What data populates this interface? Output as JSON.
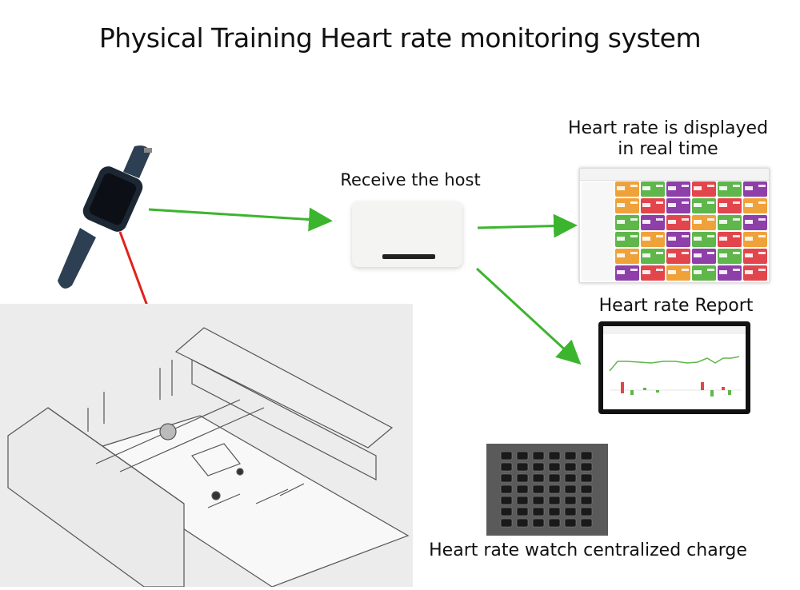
{
  "title": "Physical Training Heart rate monitoring system",
  "labels": {
    "host": "Receive the host",
    "realtime_line1": "Heart rate is displayed",
    "realtime_line2": "in real time",
    "report": "Heart rate Report",
    "charge": "Heart rate watch centralized charge"
  },
  "colors": {
    "arrow_green": "#3cb52e",
    "arrow_red": "#e0231b",
    "tile_orange": "#f0a23a",
    "tile_green": "#5fb64b",
    "tile_purple": "#8e3fa8",
    "tile_red": "#e2464c"
  },
  "dashboard": {
    "tiles": [
      "orange",
      "green",
      "purple",
      "red",
      "green",
      "purple",
      "orange",
      "red",
      "purple",
      "green",
      "red",
      "orange",
      "green",
      "purple",
      "red",
      "orange",
      "green",
      "purple",
      "green",
      "orange",
      "purple",
      "green",
      "red",
      "orange",
      "orange",
      "green",
      "red",
      "purple",
      "green",
      "red",
      "purple",
      "red",
      "orange",
      "green",
      "purple",
      "red"
    ]
  }
}
